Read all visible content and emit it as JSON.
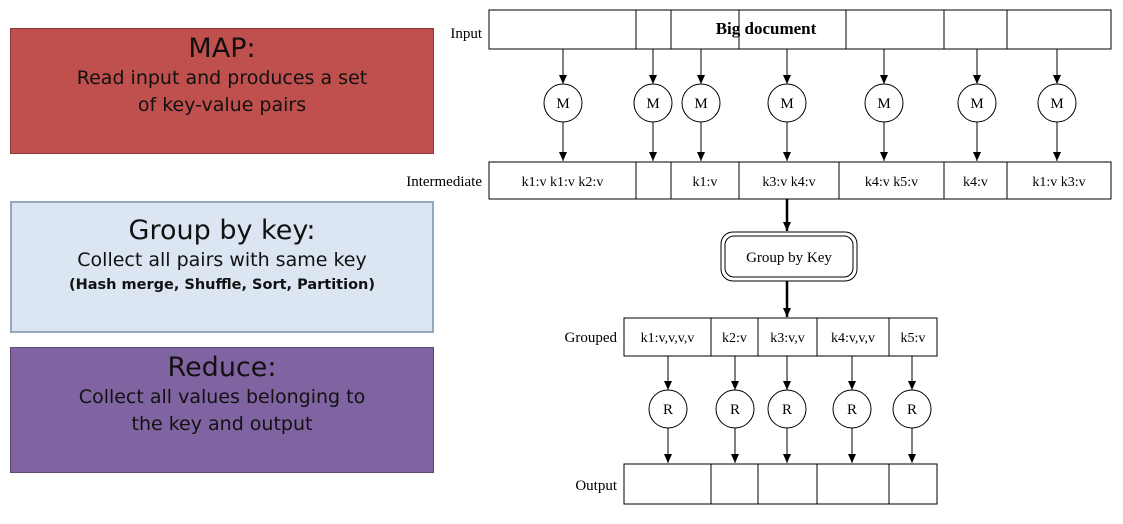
{
  "panels": {
    "map": {
      "title": "MAP:",
      "line1": "Read input and produces a set",
      "line2": "of key-value pairs",
      "color": "#C0504D"
    },
    "group": {
      "title": "Group by key:",
      "line1": "Collect all pairs with same key",
      "line2": "(Hash merge, Shuffle, Sort, Partition)",
      "color": "#DCE6F2"
    },
    "reduce": {
      "title": "Reduce:",
      "line1": "Collect all values belonging to",
      "line2": "the key and output",
      "color": "#8064A2"
    }
  },
  "diagram": {
    "input_label": "Input",
    "input_text": "Big document",
    "map_node": "M",
    "intermediate_label": "Intermediate",
    "intermediate_cells": [
      "k1:v k1:v k2:v",
      "",
      "k1:v",
      "k3:v k4:v",
      "k4:v k5:v",
      "k4:v",
      "k1:v k3:v"
    ],
    "group_node": "Group by Key",
    "grouped_label": "Grouped",
    "grouped_cells": [
      "k1:v,v,v,v",
      "k2:v",
      "k3:v,v",
      "k4:v,v,v",
      "k5:v"
    ],
    "reduce_node": "R",
    "output_label": "Output"
  }
}
